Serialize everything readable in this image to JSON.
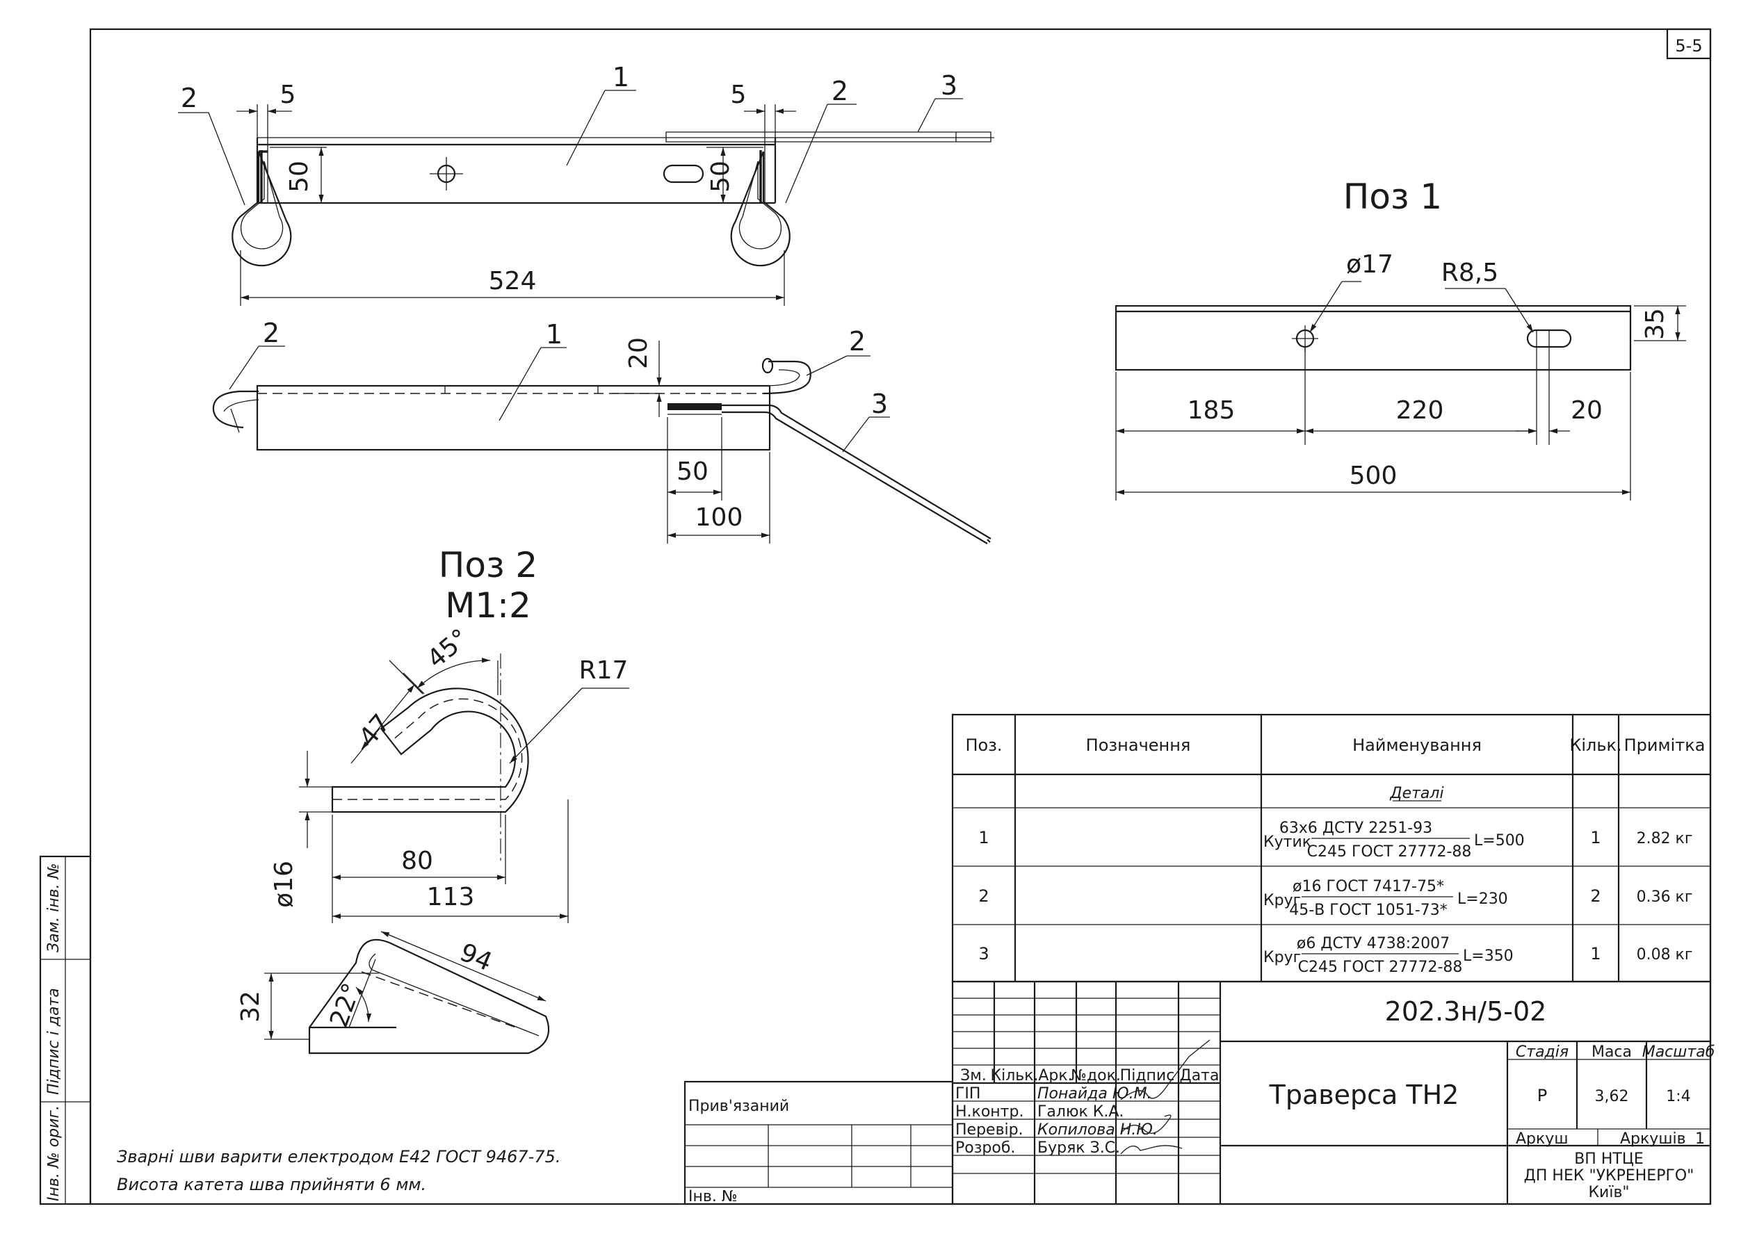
{
  "sheet_number": "5-5",
  "positions": {
    "pos1_title": "Поз 1",
    "pos2_title": "Поз 2",
    "pos2_scale": "М1:2"
  },
  "dims_top_view": {
    "label_2_left": "2",
    "label_5_left": "5",
    "label_1": "1",
    "label_5_right": "5",
    "label_2_right": "2",
    "label_3": "3",
    "d50_left": "50",
    "d50_right": "50",
    "d524": "524"
  },
  "dims_side_view": {
    "label_2_left": "2",
    "label_1": "1",
    "d20": "20",
    "label_2_right": "2",
    "label_3": "3",
    "d50": "50",
    "d100": "100"
  },
  "dims_pos1": {
    "hole": "ø17",
    "slot": "R8,5",
    "h35": "35",
    "d185": "185",
    "d220": "220",
    "d20": "20",
    "d500": "500"
  },
  "dims_pos2": {
    "angle45": "45°",
    "r17": "R17",
    "d47": "47",
    "dia16": "ø16",
    "d80": "80",
    "d113": "113",
    "d94": "94",
    "d32": "32",
    "angle22": "22°"
  },
  "spec_table": {
    "headers": [
      "Поз.",
      "Позначення",
      "Найменування",
      "Кільк.",
      "Примітка"
    ],
    "section": "Деталі",
    "rows": [
      {
        "pos": "1",
        "name": "Кутик",
        "num": "63х6 ДСТУ 2251-93",
        "den": "С245 ГОСТ 27772-88",
        "len": "L=500",
        "qty": "1",
        "note": "2.82 кг"
      },
      {
        "pos": "2",
        "name": "Круг",
        "num": "ø16 ГОСТ 7417-75*",
        "den": "45-В ГОСТ 1051-73*",
        "len": "L=230",
        "qty": "2",
        "note": "0.36 кг"
      },
      {
        "pos": "3",
        "name": "Круг",
        "num": "ø6 ДСТУ 4738:2007",
        "den": "С245 ГОСТ 27772-88",
        "len": "L=350",
        "qty": "1",
        "note": "0.08 кг"
      }
    ]
  },
  "title_block": {
    "doc_code": "202.3н/5-02",
    "title": "Траверса ТН2",
    "stage_label": "Стадія",
    "mass_label": "Маса",
    "scale_label": "Масштаб",
    "stage": "Р",
    "mass": "3,62",
    "scale": "1:4",
    "sheet_label": "Аркуш",
    "sheets_label": "Аркушів",
    "sheets": "1",
    "col_headers": [
      "Зм.",
      "Кільк.",
      "Арк.",
      "№док.",
      "Підпис",
      "Дата"
    ],
    "roles": [
      {
        "role": "ГІП",
        "name": "Понайда Ю.М."
      },
      {
        "role": "Н.контр.",
        "name": "Галюк К.А."
      },
      {
        "role": "Перевір.",
        "name": "Копилова Н.Ю."
      },
      {
        "role": "Розроб.",
        "name": "Буряк З.С."
      }
    ],
    "org_line1": "ВП НТЦЕ",
    "org_line2": "ДП НЕК \"УКРЕНЕРГО\"",
    "org_line3": "Київ\"",
    "attached": "Прив'язаний",
    "inv_no": "Інв. №"
  },
  "side_stamp": {
    "zam": "Зам. інв. №",
    "pidpys": "Підпис і дата",
    "inv": "Інв. № ориг."
  },
  "notes": {
    "line1": "Зварні шви варити електродом Е42 ГОСТ 9467-75.",
    "line2": "Висота катета шва прийняти 6 мм."
  }
}
